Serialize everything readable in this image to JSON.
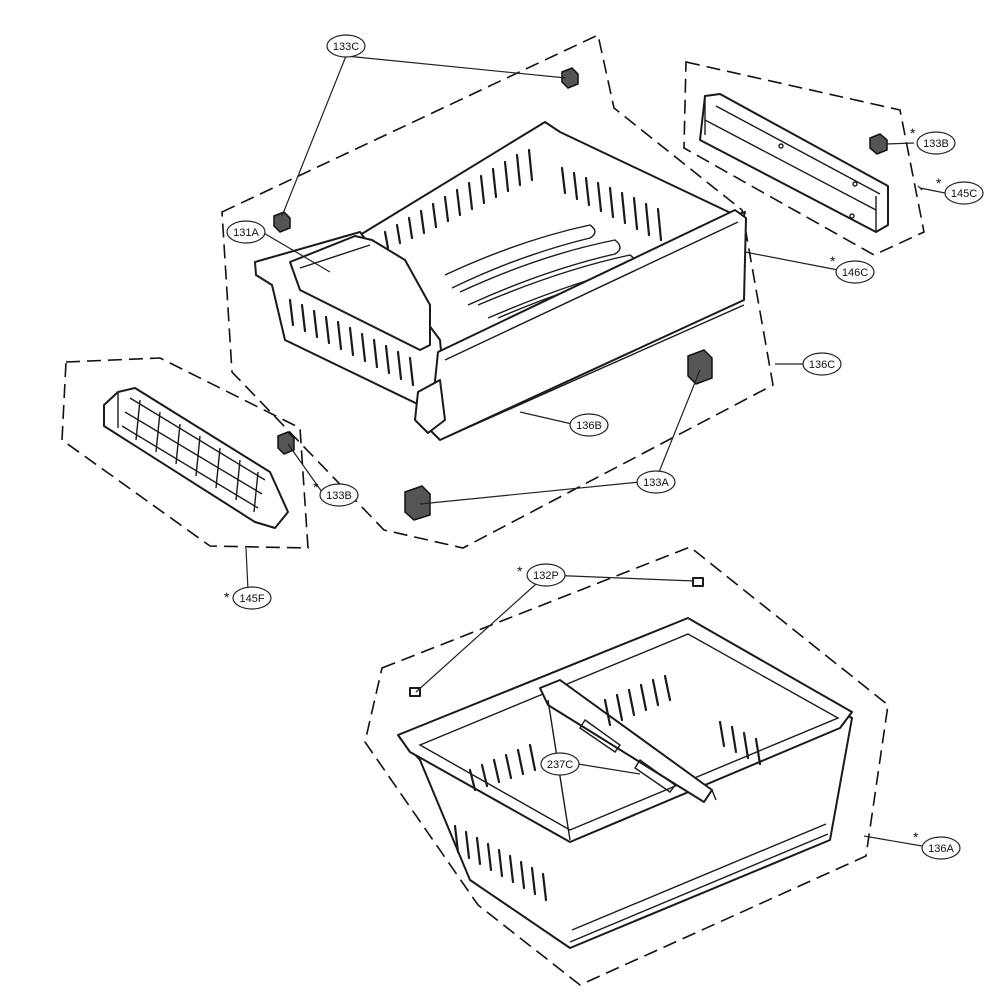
{
  "callouts": [
    {
      "id": "133C",
      "label": "133C",
      "star": false
    },
    {
      "id": "133B-right",
      "label": "133B",
      "star": true
    },
    {
      "id": "145C",
      "label": "145C",
      "star": true
    },
    {
      "id": "131A",
      "label": "131A",
      "star": false
    },
    {
      "id": "146C",
      "label": "146C",
      "star": true
    },
    {
      "id": "136C",
      "label": "136C",
      "star": false
    },
    {
      "id": "136B",
      "label": "136B",
      "star": false
    },
    {
      "id": "133B-left",
      "label": "133B",
      "star": true
    },
    {
      "id": "133A",
      "label": "133A",
      "star": false
    },
    {
      "id": "145F",
      "label": "145F",
      "star": true
    },
    {
      "id": "132P",
      "label": "132P",
      "star": true
    },
    {
      "id": "237C",
      "label": "237C",
      "star": false
    },
    {
      "id": "136A",
      "label": "136A",
      "star": true
    }
  ],
  "star_symbol": "*"
}
